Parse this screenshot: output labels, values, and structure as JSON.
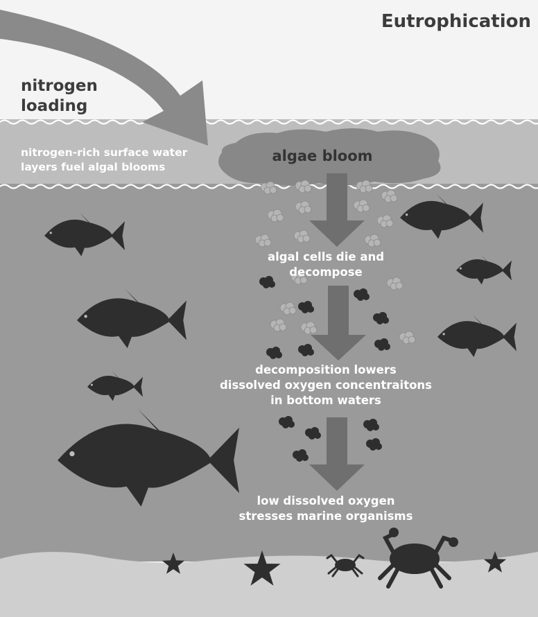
{
  "title": "Eutrophication",
  "nitrogen_loading": [
    "nitrogen",
    "loading"
  ],
  "surface_note": [
    "nitrogen-rich surface water",
    "layers fuel algal blooms"
  ],
  "algae_bloom": "algae bloom",
  "steps": [
    [
      "algal cells die and",
      "decompose"
    ],
    [
      "decomposition lowers",
      "dissolved oxygen concentraitons",
      "in bottom waters"
    ],
    [
      "low dissolved oxygen",
      "stresses marine organisms"
    ]
  ],
  "icons": [
    "nitrogen-arrow-icon",
    "downward-arrow-icon",
    "fish-icon",
    "crab-icon",
    "starfish-icon",
    "algae-particle-icon"
  ],
  "colors": {
    "sky": "#f4f4f4",
    "surface_water": "#bdbdbd",
    "deep_water": "#9a9a9a",
    "seafloor": "#cfcfcf",
    "arrow": "#6f6f6f",
    "bloom": "#888888",
    "fish": "#2e2e2e"
  }
}
